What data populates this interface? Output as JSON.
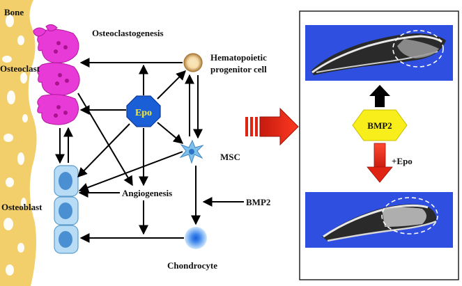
{
  "labels": {
    "bone": "Bone",
    "osteoclast": "Osteoclast",
    "osteoclastogenesis": "Osteoclastogenesis",
    "hematopoietic_line1": "Hematopoietic",
    "hematopoietic_line2": "progenitor cell",
    "epo": "Epo",
    "msc": "MSC",
    "angiogenesis": "Angiogenesis",
    "osteoblast": "Osteoblast",
    "bmp2_left": "BMP2",
    "chondrocyte": "Chondrocyte",
    "bmp2_right": "BMP2",
    "plus_epo": "+Epo"
  },
  "colors": {
    "bone": "#f2cf6a",
    "osteoclast": "#e83ad6",
    "epo": "#1b5fd6",
    "epo_text": "#f2e93a",
    "bmp2": "#f7ee1c",
    "red_arrow": "#e02414",
    "xray_bg": "#2e4fe0"
  }
}
